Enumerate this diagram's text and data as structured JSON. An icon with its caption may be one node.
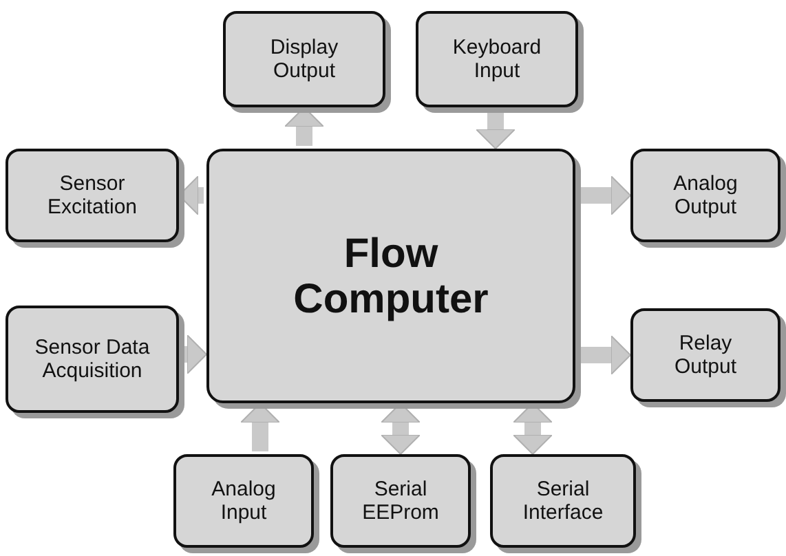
{
  "diagram": {
    "nodes": [
      {
        "text": [
          "Display Output"
        ]
      },
      {
        "text": [
          "Keyboard Input"
        ]
      },
      {
        "text": [
          "Sensor Excitation"
        ]
      },
      {
        "text": [
          "Flow Computer"
        ]
      },
      {
        "text": [
          "Analog Output"
        ]
      },
      {
        "text": [
          "Sensor Data Acquisition"
        ]
      },
      {
        "text": [
          "Relay Output"
        ]
      },
      {
        "text": [
          "Analog Input"
        ]
      },
      {
        "text": [
          "Serial EEProm"
        ]
      },
      {
        "text": [
          "Serial Interface"
        ]
      }
    ],
    "edges": [
      {
        "from": 3,
        "to": 0,
        "arrow": "to"
      },
      {
        "from": 1,
        "to": 3,
        "arrow": "to"
      },
      {
        "from": 3,
        "to": 2,
        "arrow": "to"
      },
      {
        "from": 3,
        "to": 4,
        "arrow": "to"
      },
      {
        "from": 5,
        "to": 3,
        "arrow": "to"
      },
      {
        "from": 3,
        "to": 6,
        "arrow": "to"
      },
      {
        "from": 7,
        "to": 3,
        "arrow": "to"
      },
      {
        "from": 8,
        "to": 3,
        "arrow": "both"
      },
      {
        "from": 9,
        "to": 3,
        "arrow": "both"
      }
    ]
  }
}
